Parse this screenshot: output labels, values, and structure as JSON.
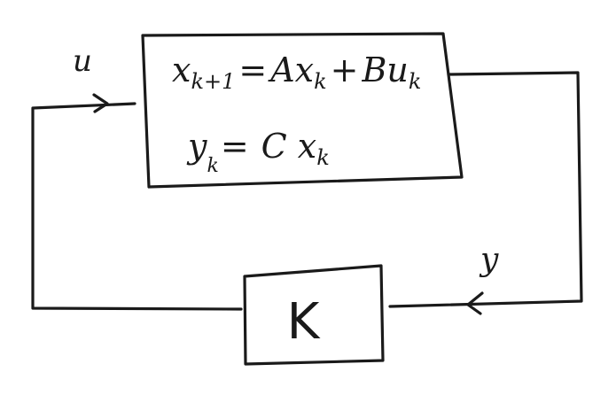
{
  "plant": {
    "state_eq": {
      "lhs": "x",
      "lhs_sub": "k+1",
      "eq": "=",
      "a": "Ax",
      "a_sub": "k",
      "plus": "+",
      "b": "Bu",
      "b_sub": "k"
    },
    "output_eq": {
      "lhs": "y",
      "lhs_sub": "k",
      "eq": "=",
      "c": "C x",
      "c_sub": "k"
    }
  },
  "controller": {
    "label": "K"
  },
  "signals": {
    "input": "u",
    "output": "y"
  }
}
